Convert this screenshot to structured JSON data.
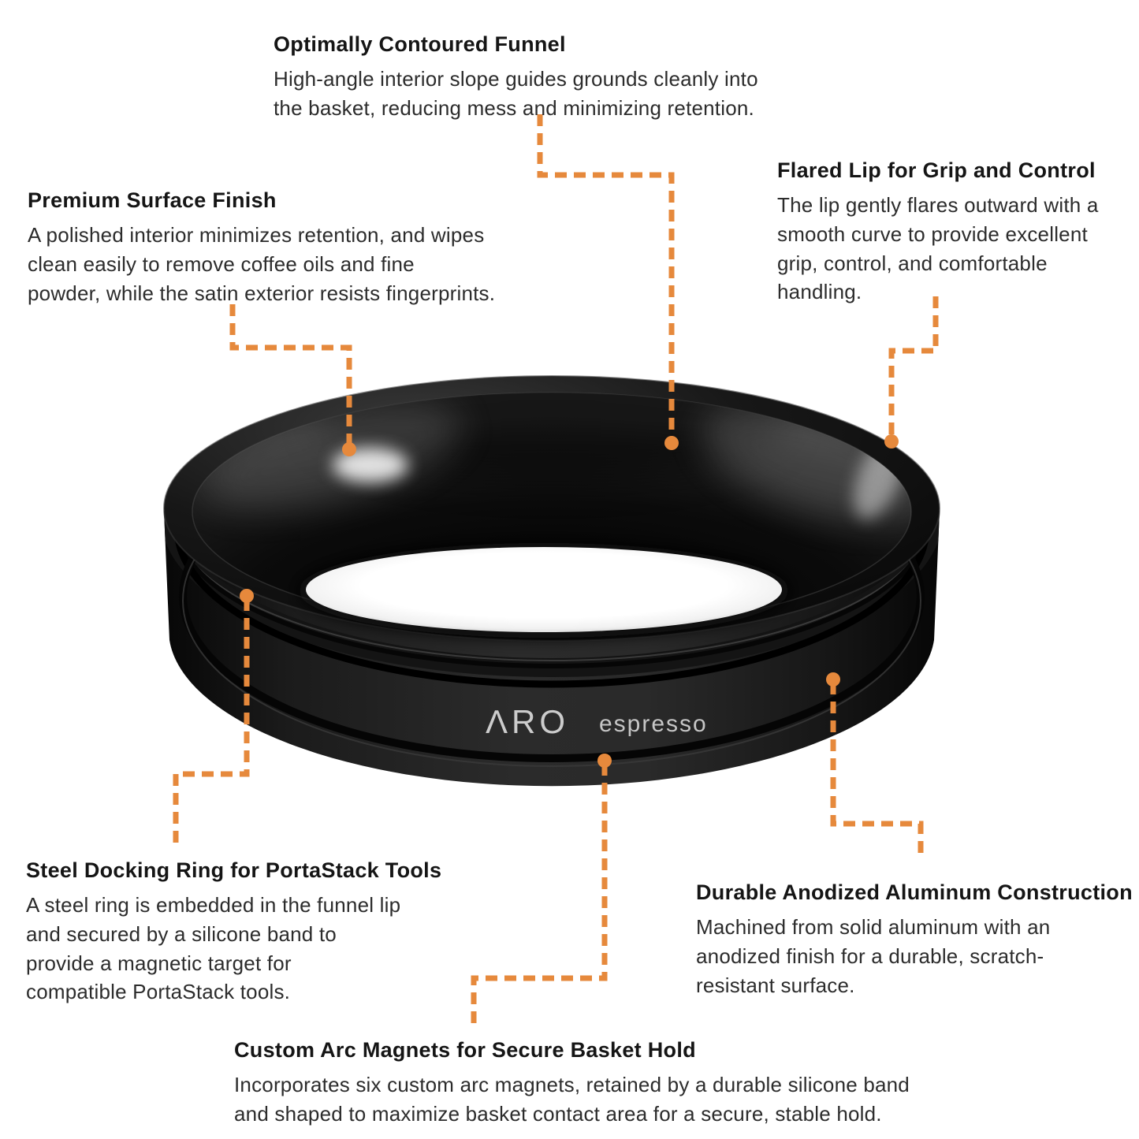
{
  "accent_color": "#E6893C",
  "product": {
    "logo_brand": "ΛRO",
    "logo_suffix": "espresso"
  },
  "callouts": {
    "funnel": {
      "title": "Optimally Contoured Funnel",
      "body": [
        "High-angle interior slope guides grounds cleanly into",
        "the basket, reducing mess and minimizing retention."
      ]
    },
    "surface": {
      "title": "Premium Surface Finish",
      "body": [
        "A polished interior minimizes retention, and wipes",
        "clean easily to remove coffee oils and fine",
        "powder, while the satin exterior resists fingerprints."
      ]
    },
    "lip": {
      "title": "Flared Lip for Grip and Control",
      "body": [
        "The lip gently flares outward with a",
        "smooth curve to provide excellent",
        "grip, control, and comfortable",
        "handling."
      ]
    },
    "docking": {
      "title": "Steel Docking Ring for PortaStack Tools",
      "body": [
        "A steel ring is embedded in the funnel lip",
        "and secured by a silicone band to",
        "provide a magnetic target for",
        "compatible PortaStack tools."
      ]
    },
    "aluminum": {
      "title": "Durable Anodized Aluminum Construction",
      "body": [
        "Machined from solid aluminum with an",
        "anodized finish for a durable, scratch-",
        "resistant surface."
      ]
    },
    "magnets": {
      "title": "Custom Arc Magnets for Secure Basket Hold",
      "body": [
        "Incorporates six custom arc magnets, retained by a durable silicone band",
        "and shaped to maximize basket contact area for a secure, stable hold."
      ]
    }
  }
}
